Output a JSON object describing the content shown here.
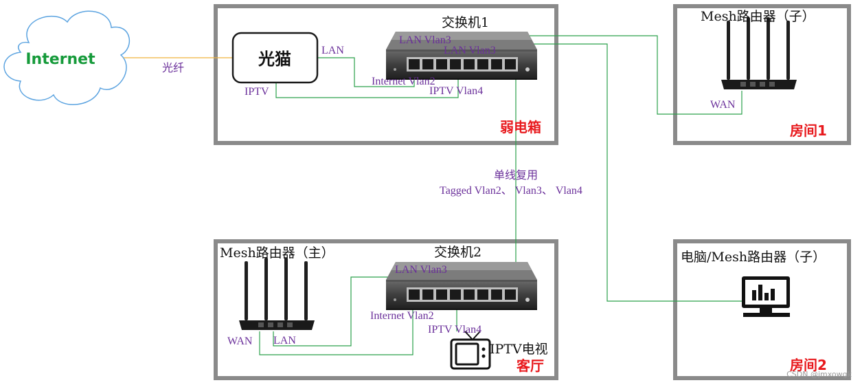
{
  "cloud": {
    "label": "Internet",
    "color": "#159a3a"
  },
  "fiber_label": "光纤",
  "modem": {
    "label": "光猫",
    "port_lan": "LAN",
    "port_iptv": "IPTV"
  },
  "panel_weak_box": {
    "room_label": "弱电箱",
    "switch_title": "交换机1",
    "port_labels": [
      "LAN Vlan3",
      "LAN Vlan3",
      "Internet Vlan2",
      "IPTV Vlan4"
    ]
  },
  "panel_room1": {
    "title": "Mesh路由器（子）",
    "port_label": "WAN",
    "room_label": "房间1"
  },
  "trunk": {
    "line1": "单线复用",
    "line2": "Tagged Vlan2、 Vlan3、 Vlan4"
  },
  "panel_living": {
    "router_title": "Mesh路由器（主）",
    "switch_title": "交换机2",
    "room_label": "客厅",
    "port_labels": [
      "LAN Vlan3",
      "Internet Vlan2",
      "IPTV Vlan4"
    ],
    "router_ports": [
      "WAN",
      "LAN"
    ],
    "tv_label": "IPTV电视"
  },
  "panel_room2": {
    "title": "电脑/Mesh路由器（子）",
    "room_label": "房间2"
  },
  "watermark": "CSDN @jmxowgk",
  "colors": {
    "panel": "#8a8a8a",
    "wire": "#2aa04a",
    "fiber": "#f0b23a",
    "label": "#6a2f9a",
    "room": "#e8191d"
  }
}
